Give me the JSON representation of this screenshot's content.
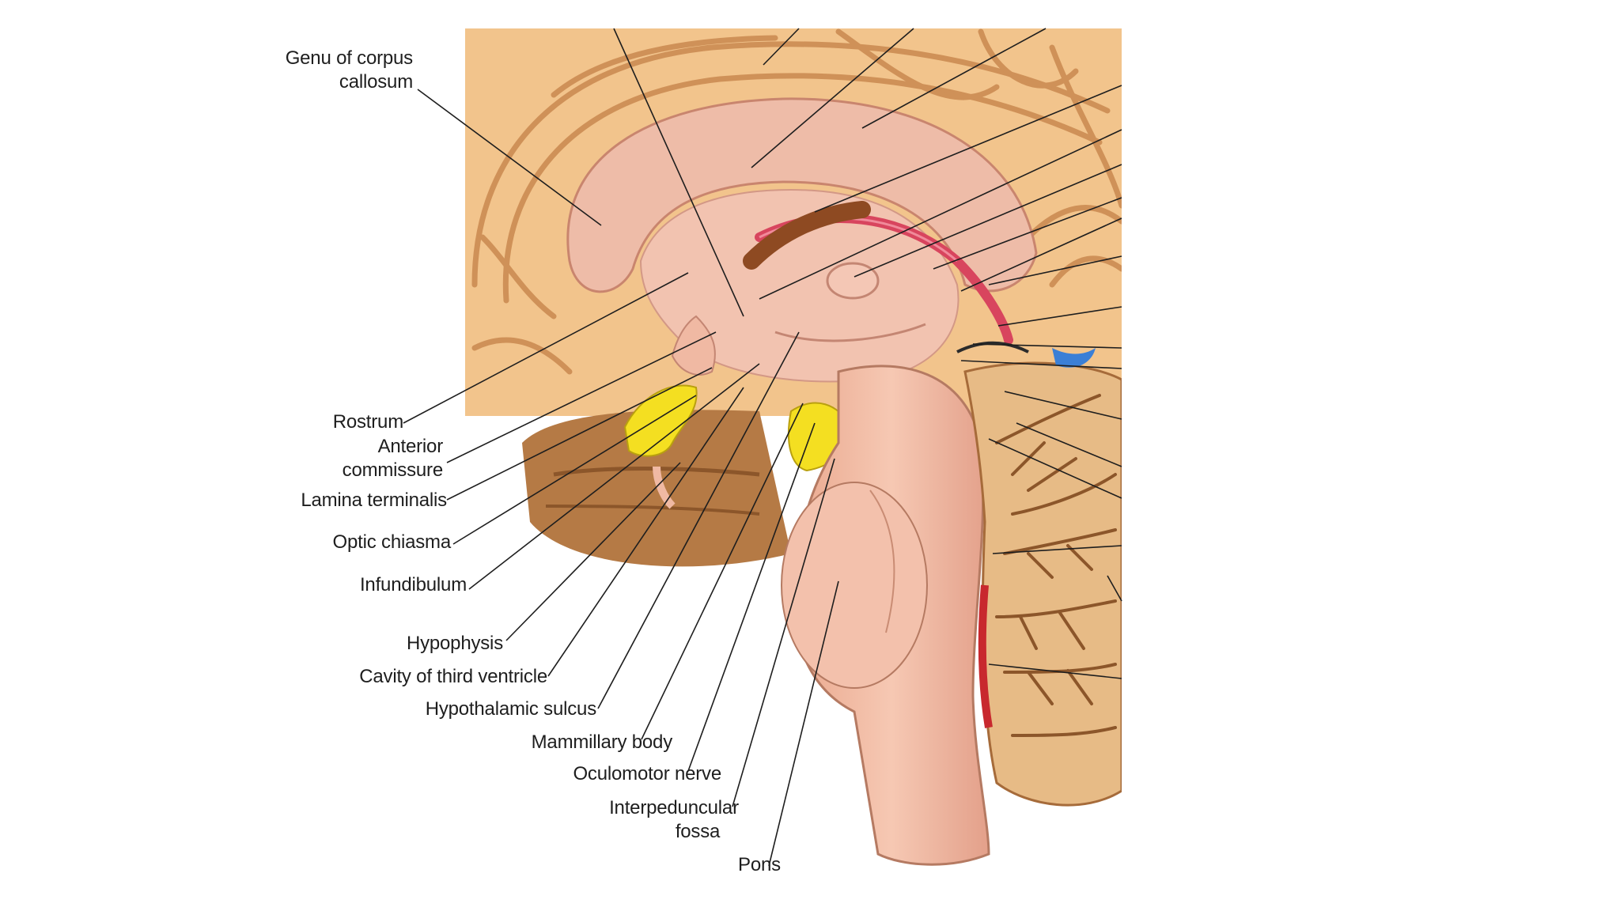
{
  "labels": {
    "genu_line1": "Genu of corpus",
    "genu_line2": "callosum",
    "rostrum": "Rostrum",
    "anterior_line1": "Anterior",
    "anterior_line2": "commissure",
    "lamina": "Lamina terminalis",
    "optic": "Optic chiasma",
    "infundibulum": "Infundibulum",
    "hypophysis": "Hypophysis",
    "third_ventricle": "Cavity of third ventricle",
    "hypothalamic": "Hypothalamic sulcus",
    "mammillary": "Mammillary body",
    "oculomotor": "Oculomotor nerve",
    "interpeduncular_line1": "Interpeduncular",
    "interpeduncular_line2": "fossa",
    "pons": "Pons"
  },
  "colors": {
    "cortex": "#f2c48c",
    "cortex_dark": "#cf9158",
    "medial": "#eebca8",
    "brainstem": "#f0b9a3",
    "cerebellum": "#e7bb86",
    "fornix_red": "#d8455e",
    "hypophysis_yellow": "#f4df21",
    "ventricle_blue": "#3b7fd6",
    "background_brown": "#b57a45"
  }
}
